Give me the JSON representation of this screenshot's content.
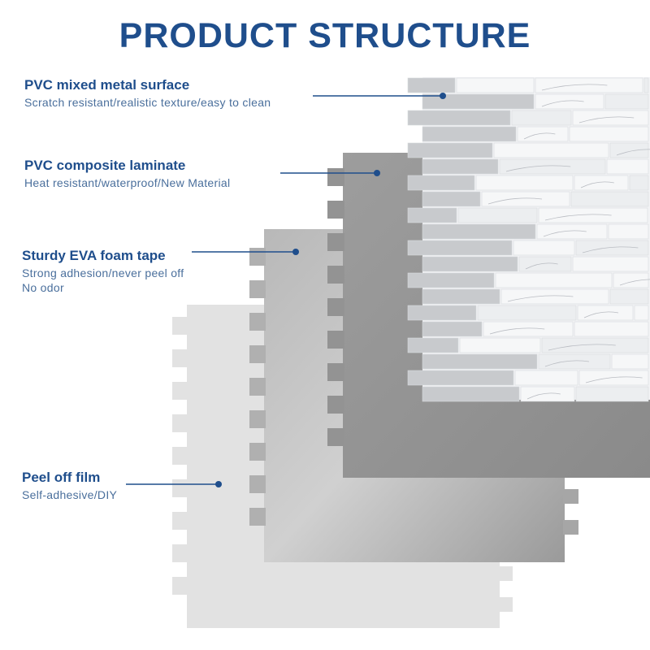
{
  "title": "PRODUCT STRUCTURE",
  "colors": {
    "title": "#1f4e8c",
    "description": "#4a6f9c",
    "film": "#e2e2e2",
    "foam": "#a9a9a9",
    "laminate": "#979797",
    "marble": "#f2f3f5",
    "metal": "#c8cacd"
  },
  "layers": [
    {
      "name": "PVC mixed metal surface",
      "desc1": "Scratch resistant/realistic texture/easy to clean",
      "desc2": ""
    },
    {
      "name": "PVC composite laminate",
      "desc1": "Heat resistant/waterproof/New  Material",
      "desc2": ""
    },
    {
      "name": "Sturdy EVA foam tape",
      "desc1": "Strong adhesion/never peel off",
      "desc2": "No  odor"
    },
    {
      "name": "Peel off film",
      "desc1": "Self-adhesive/DIY",
      "desc2": ""
    }
  ]
}
